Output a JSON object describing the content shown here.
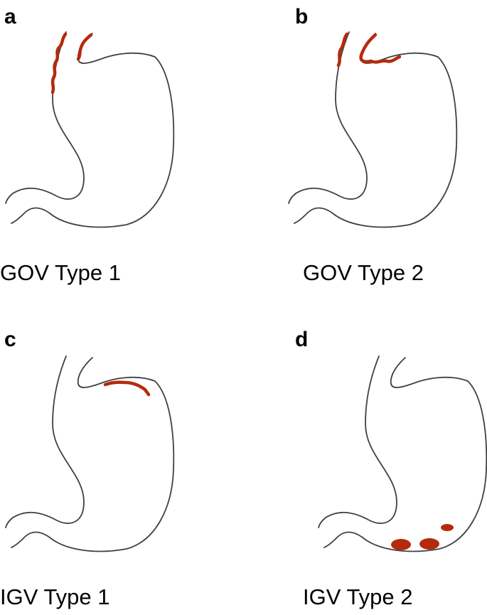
{
  "colors": {
    "outline": "#404040",
    "varix": "#b52a0c",
    "text": "#000000"
  },
  "panels": [
    {
      "letter": "a",
      "caption": "GOV Type 1"
    },
    {
      "letter": "b",
      "caption": "GOV Type 2"
    },
    {
      "letter": "c",
      "caption": "IGV Type 1"
    },
    {
      "letter": "d",
      "caption": "IGV Type 2"
    }
  ]
}
